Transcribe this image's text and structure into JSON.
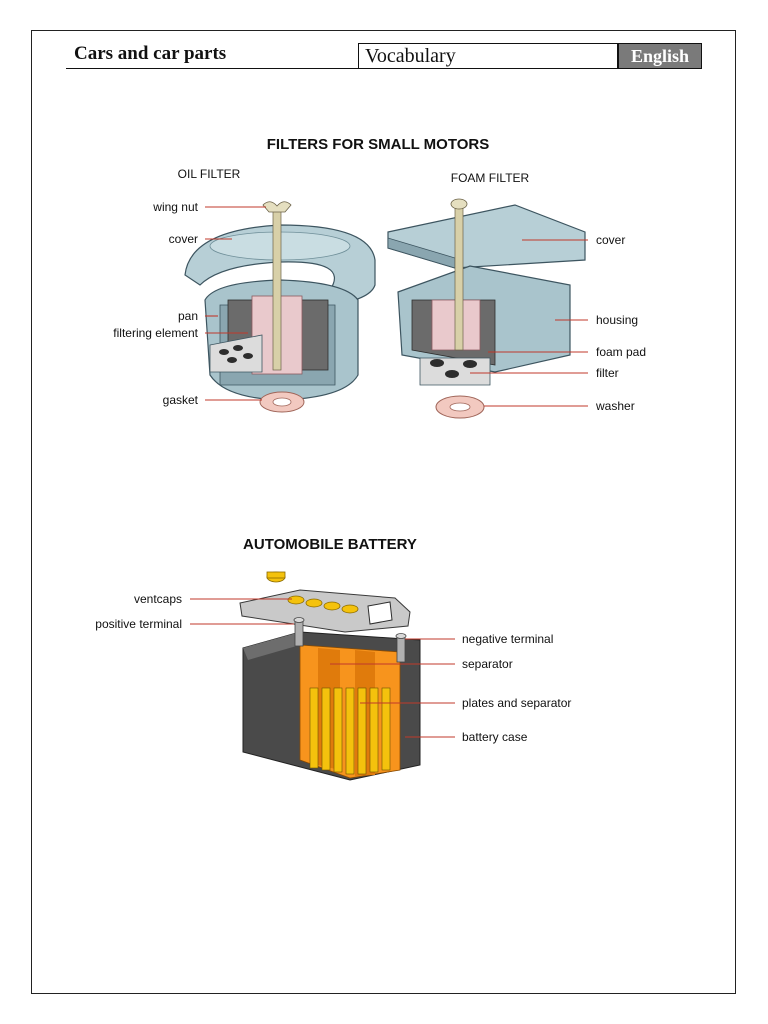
{
  "header": {
    "title": "Cars and car parts",
    "section": "Vocabulary",
    "language": "English"
  },
  "filters": {
    "title": "FILTERS FOR SMALL MOTORS",
    "oil_filter": {
      "heading": "OIL FILTER",
      "labels": [
        "wing nut",
        "cover",
        "pan",
        "filtering element",
        "gasket"
      ]
    },
    "foam_filter": {
      "heading": "FOAM FILTER",
      "labels": [
        "cover",
        "housing",
        "foam pad",
        "filter",
        "washer"
      ]
    }
  },
  "battery": {
    "title": "AUTOMOBILE BATTERY",
    "labels_left": [
      "ventcaps",
      "positive terminal"
    ],
    "labels_right": [
      "negative terminal",
      "separator",
      "plates and separator",
      "battery case"
    ]
  },
  "colors": {
    "leader": "#c0392b",
    "metal": "#a9c4cc",
    "metal_dark": "#6f8f99",
    "casing": "#4a4a4a",
    "plate": "#f7941d",
    "plate_yellow": "#f4c20d"
  }
}
